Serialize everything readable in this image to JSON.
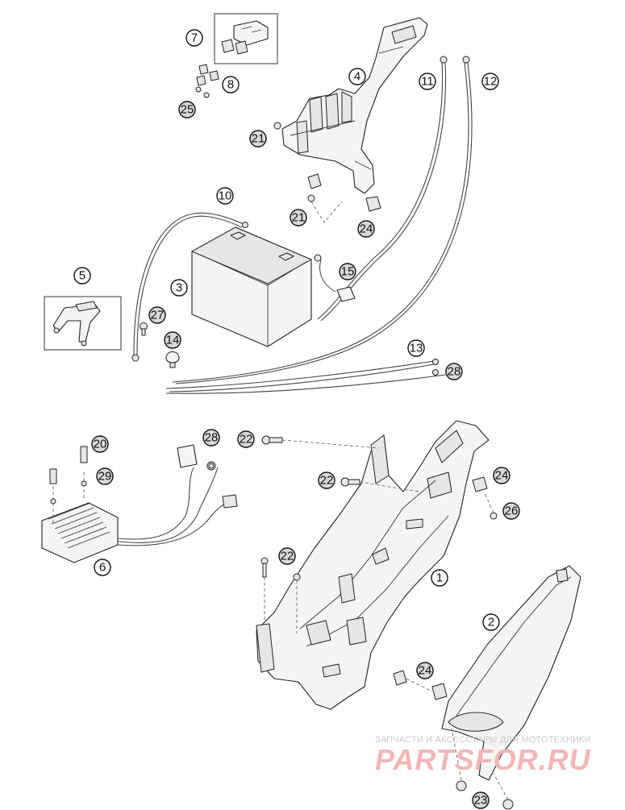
{
  "labels": {
    "l1": "1",
    "l2": "2",
    "l3": "3",
    "l4": "4",
    "l5": "5",
    "l6": "6",
    "l7": "7",
    "l8": "8",
    "l10": "10",
    "l11": "11",
    "l12": "12",
    "l13": "13",
    "l14": "14",
    "l15": "15",
    "l20": "20",
    "l21a": "21",
    "l21b": "21",
    "l22a": "22",
    "l22b": "22",
    "l22c": "22",
    "l23": "23",
    "l24a": "24",
    "l24b": "24",
    "l24c": "24",
    "l25": "25",
    "l26": "26",
    "l27": "27",
    "l28a": "28",
    "l28b": "28",
    "l29": "29"
  },
  "watermark": {
    "line1": "ЗАПЧАСТИ И АКСЕССУАРЫ ДЛЯ МОТОТЕХНИКИ",
    "line2": "PARTSFOR.RU"
  }
}
